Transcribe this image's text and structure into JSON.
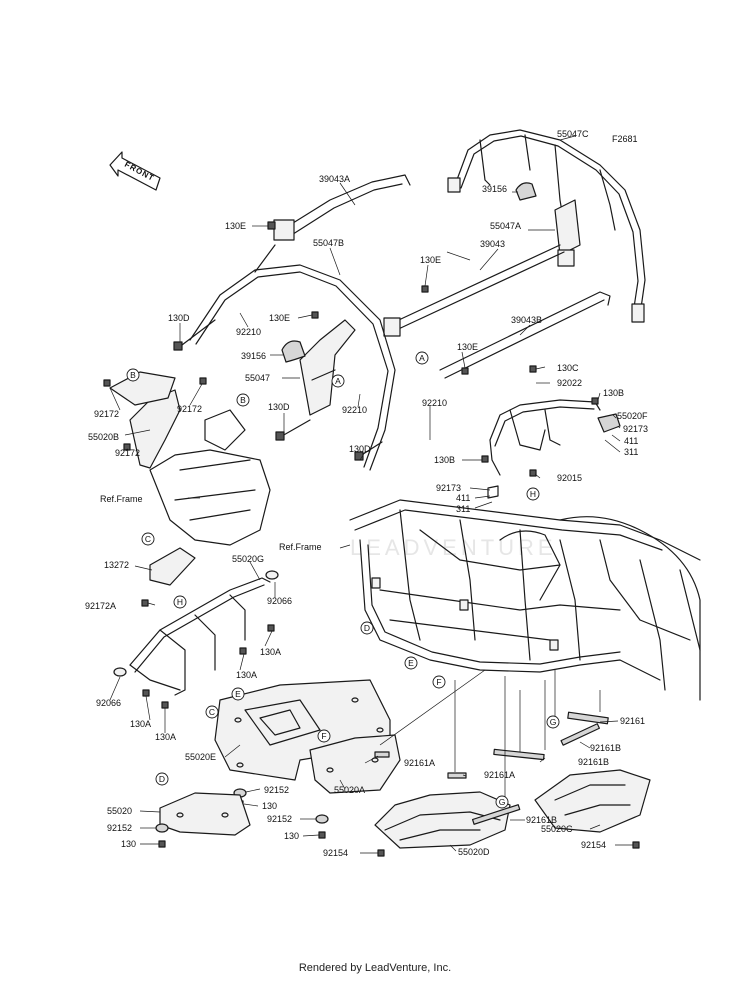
{
  "diagram_id": "F2681",
  "front_label": "FRONT",
  "watermark": "LEADVENTURE",
  "footer": "Rendered by LeadVenture, Inc.",
  "labels": {
    "p39043A": "39043A",
    "p130E_a": "130E",
    "p55047B": "55047B",
    "p130D_a": "130D",
    "p92210_a": "92210",
    "p130E_b": "130E",
    "p39156_a": "39156",
    "p55047": "55047",
    "p130D_b": "130D",
    "p92210_b": "92210",
    "p92172_a": "92172",
    "p92172_b": "92172",
    "p55020B": "55020B",
    "p92172_c": "92172",
    "refFrame1": "Ref.Frame",
    "p130D_c": "130D",
    "p92210_c": "92210",
    "p55047C": "55047C",
    "p39156_b": "39156",
    "p55047A": "55047A",
    "p39043": "39043",
    "p130E_c": "130E",
    "p39043B": "39043B",
    "p130E_d": "130E",
    "p130C": "130C",
    "p92022": "92022",
    "p130B_a": "130B",
    "p55020F": "55020F",
    "p92173_a": "92173",
    "p411_a": "411",
    "p311_a": "311",
    "p130B_b": "130B",
    "p92015": "92015",
    "p92173_b": "92173",
    "p411_b": "411",
    "p311_b": "311",
    "p13272": "13272",
    "p55020G": "55020G",
    "refFrame2": "Ref.Frame",
    "p92172A": "92172A",
    "p92066_a": "92066",
    "p130A_a": "130A",
    "p130A_b": "130A",
    "p92066_b": "92066",
    "p130A_c": "130A",
    "p130A_d": "130A",
    "p55020E": "55020E",
    "p92152_a": "92152",
    "p130_a": "130",
    "p92152_b": "92152",
    "p130_b": "130",
    "p55020A": "55020A",
    "p55020": "55020",
    "p92152_c": "92152",
    "p130_c": "130",
    "p92161A_a": "92161A",
    "p92161A_b": "92161A",
    "p92154_a": "92154",
    "p55020D": "55020D",
    "p92161B_a": "92161B",
    "p92161_top": "92161",
    "p92161B_b": "92161B",
    "p92161B_c": "92161B",
    "p55020C": "55020C",
    "p92154_b": "92154"
  },
  "callouts": {
    "A1": "A",
    "A2": "A",
    "B1": "B",
    "B2": "B",
    "C1": "C",
    "C2": "C",
    "D1": "D",
    "D2": "D",
    "E1": "E",
    "E2": "E",
    "F1": "F",
    "F2": "F",
    "G1": "G",
    "G2": "G",
    "H1": "H",
    "H2": "H"
  }
}
